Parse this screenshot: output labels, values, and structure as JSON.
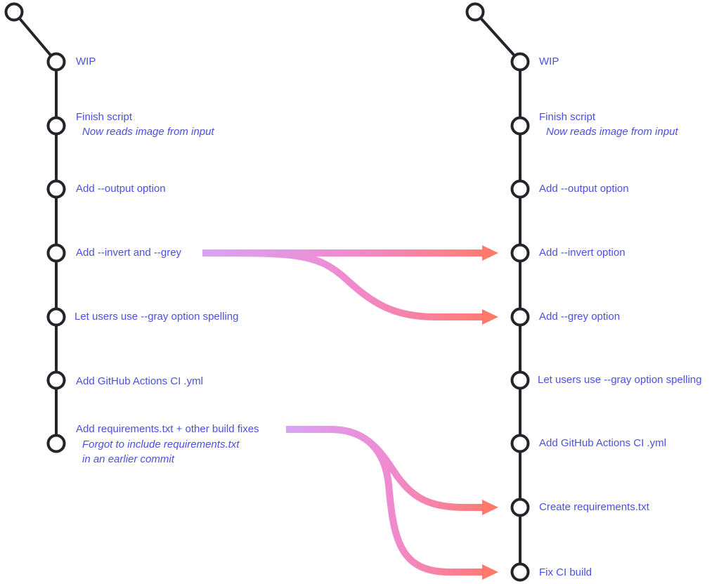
{
  "left_history": {
    "commits": [
      {
        "title": "WIP"
      },
      {
        "title": "Finish script",
        "details": [
          "Now reads image from input"
        ]
      },
      {
        "title": "Add --output option"
      },
      {
        "title": "Add --invert and --grey"
      },
      {
        "title": "Let users use --gray option spelling"
      },
      {
        "title": "Add GitHub Actions CI .yml"
      },
      {
        "title": "Add requirements.txt + other build fixes",
        "details": [
          "Forgot to include requirements.txt",
          "in an earlier commit"
        ]
      }
    ]
  },
  "right_history": {
    "commits": [
      {
        "title": "WIP"
      },
      {
        "title": "Finish script",
        "details": [
          "Now reads image from input"
        ]
      },
      {
        "title": "Add --output option"
      },
      {
        "title": "Add --invert option"
      },
      {
        "title": "Add --grey option"
      },
      {
        "title": "Let users use --gray option spelling"
      },
      {
        "title": "Add GitHub Actions CI .yml"
      },
      {
        "title": "Create requirements.txt"
      },
      {
        "title": "Fix CI build"
      }
    ]
  },
  "splits": [
    {
      "from": "left_history.commits.3",
      "to": [
        "right_history.commits.3",
        "right_history.commits.4"
      ]
    },
    {
      "from": "left_history.commits.6",
      "to": [
        "right_history.commits.7",
        "right_history.commits.8"
      ]
    }
  ],
  "colors": {
    "line": "#23252b",
    "label": "#4a50e0",
    "arrow_start": "#d9a3f5",
    "arrow_mid": "#f08ad0",
    "arrow_end": "#ff7a6a"
  }
}
